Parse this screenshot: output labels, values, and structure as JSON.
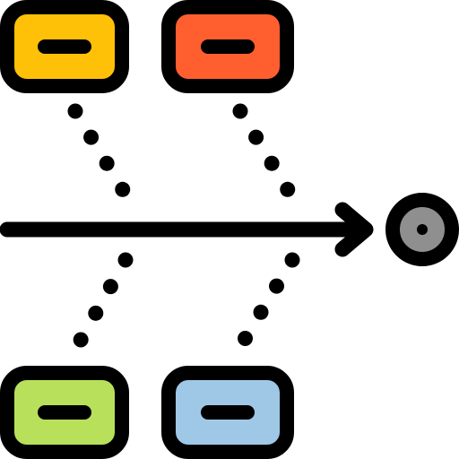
{
  "diagram": {
    "type": "fishbone-icon",
    "stroke_color": "#000000",
    "head_fill": "#8f8f8f",
    "cause_boxes": [
      {
        "name": "cause-box-top-left",
        "fill": "#FFC107"
      },
      {
        "name": "cause-box-top-right",
        "fill": "#FF5F2E"
      },
      {
        "name": "cause-box-bottom-left",
        "fill": "#B8E05A"
      },
      {
        "name": "cause-box-bottom-right",
        "fill": "#9FC8E7"
      }
    ]
  }
}
